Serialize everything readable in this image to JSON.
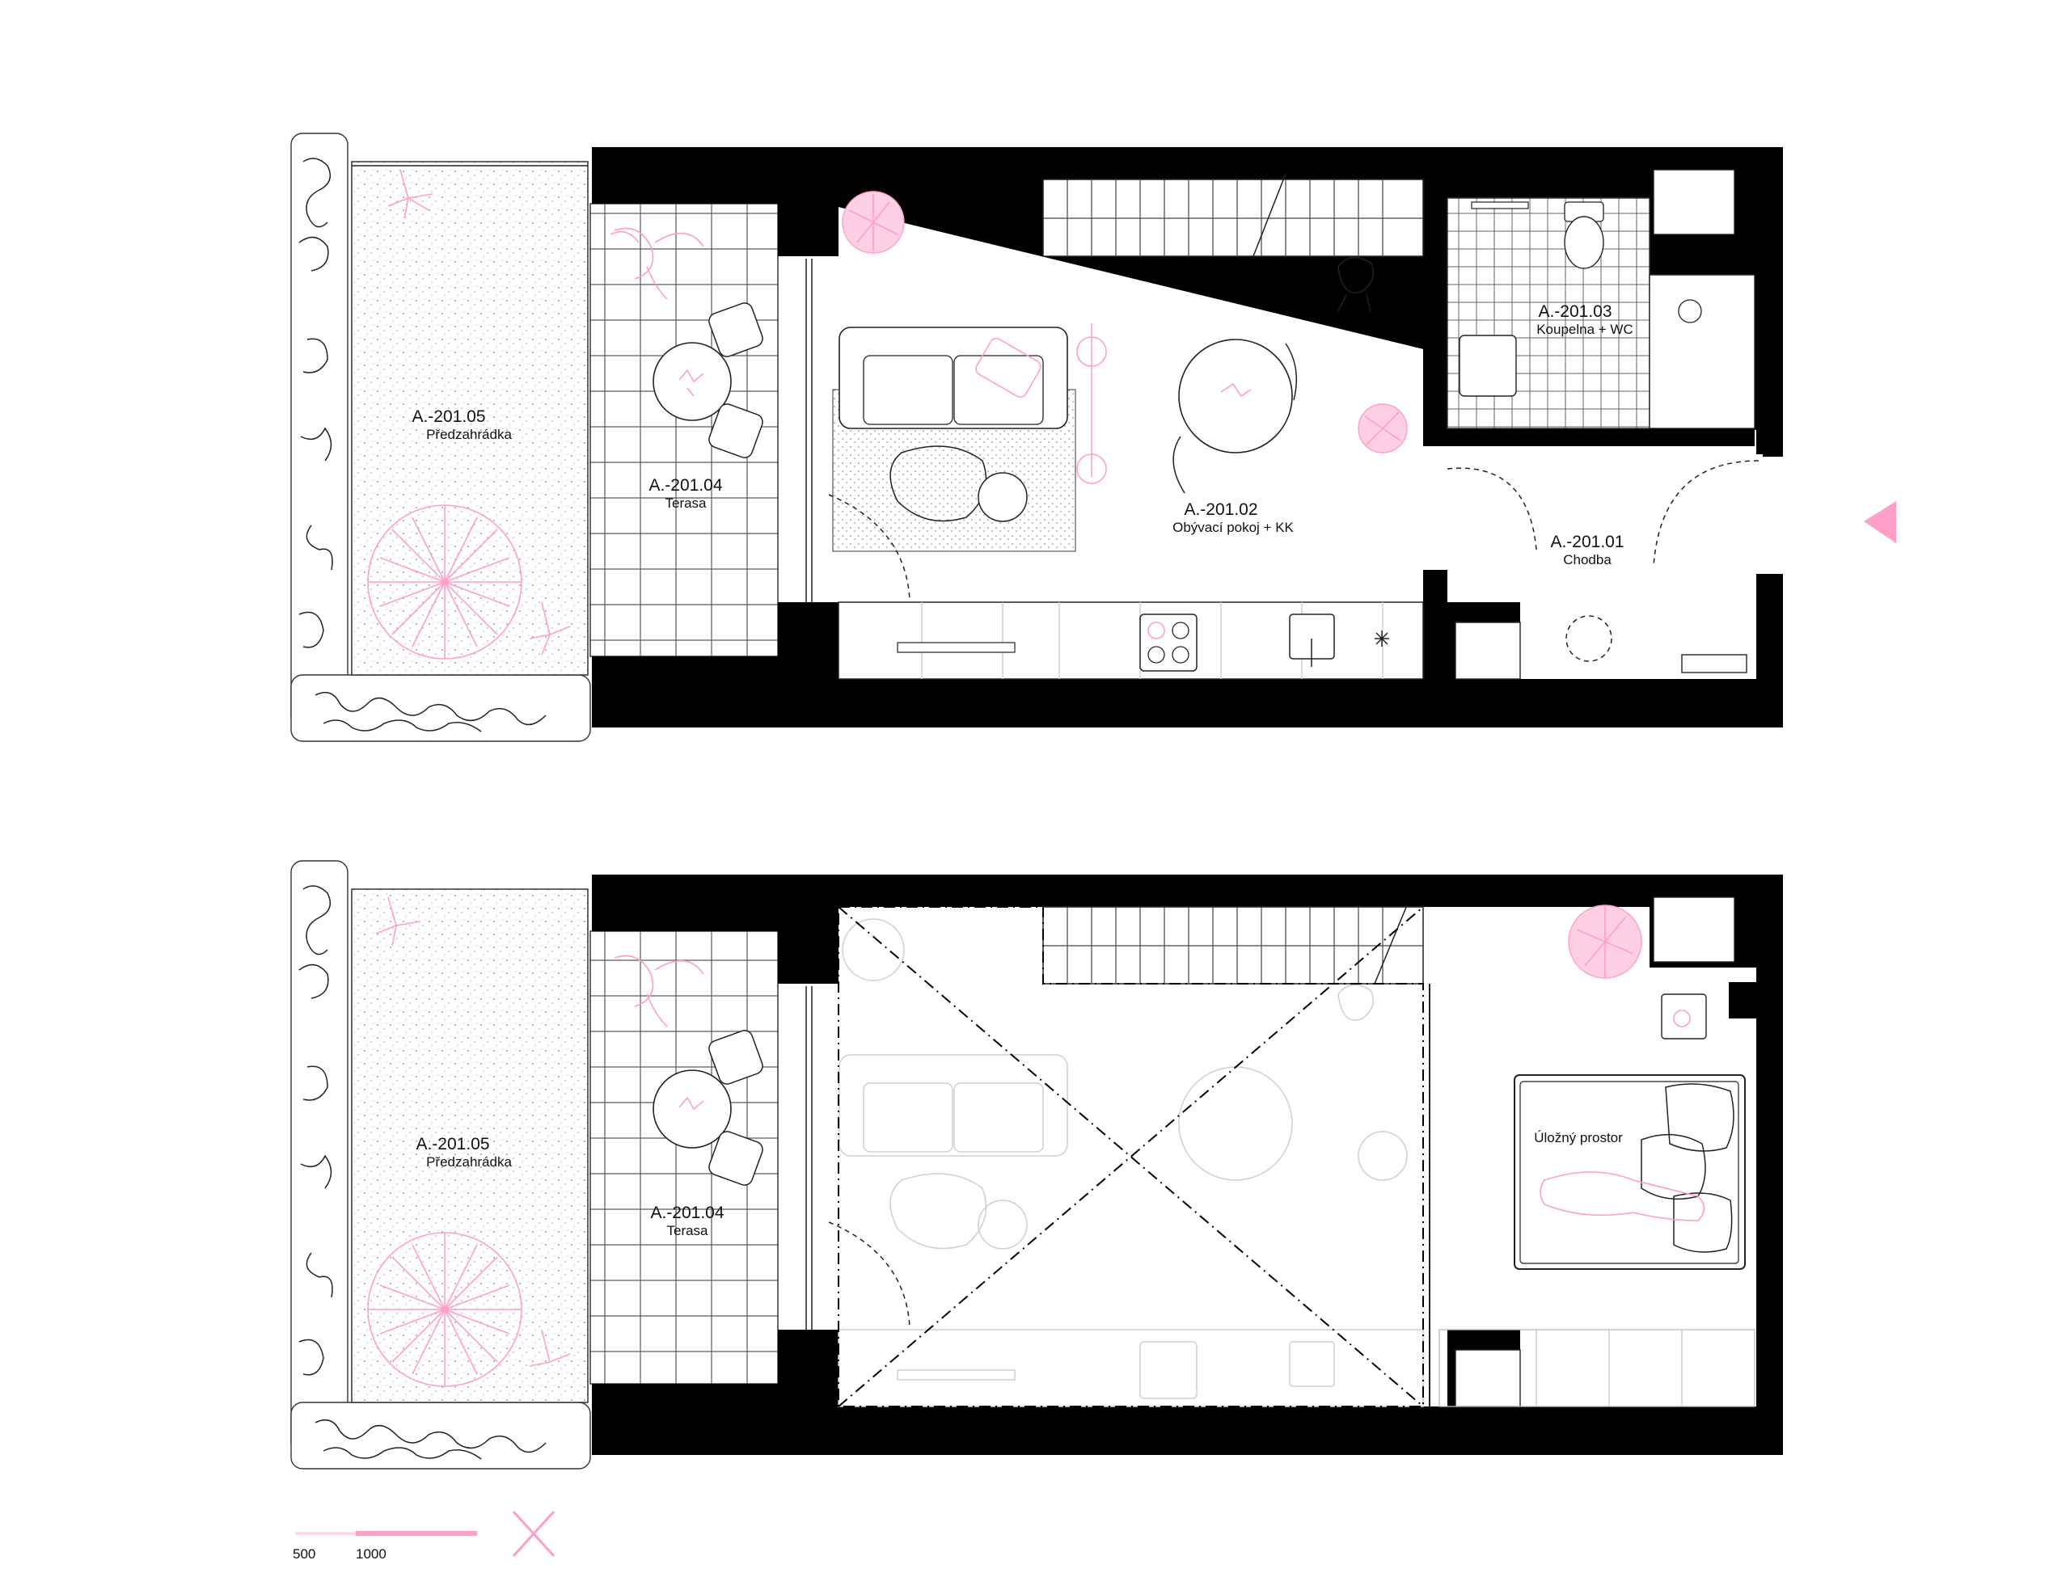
{
  "colors": {
    "wall": "#000000",
    "accent_pink": "#ff9ec7",
    "light_pink": "#ffd0e4",
    "line": "#222222",
    "ghost": "#cfcfcf"
  },
  "icons": {
    "north_arrow": "pink-triangle-icon",
    "legend_mark": "pink-cross-icon"
  },
  "ground_floor": {
    "rooms": [
      {
        "code": "A.-201.05",
        "name": "Předzahrádka"
      },
      {
        "code": "A.-201.04",
        "name": "Terasa"
      },
      {
        "code": "A.-201.02",
        "name": "Obývací pokoj + KK"
      },
      {
        "code": "A.-201.03",
        "name": "Koupelna + WC"
      },
      {
        "code": "A.-201.01",
        "name": "Chodba"
      }
    ]
  },
  "upper_floor": {
    "rooms": [
      {
        "code": "A.-201.05",
        "name": "Předzahrádka"
      },
      {
        "code": "A.-201.04",
        "name": "Terasa"
      }
    ],
    "storage_label": "Úložný prostor"
  },
  "scale": {
    "labels": [
      "500",
      "1000"
    ]
  }
}
